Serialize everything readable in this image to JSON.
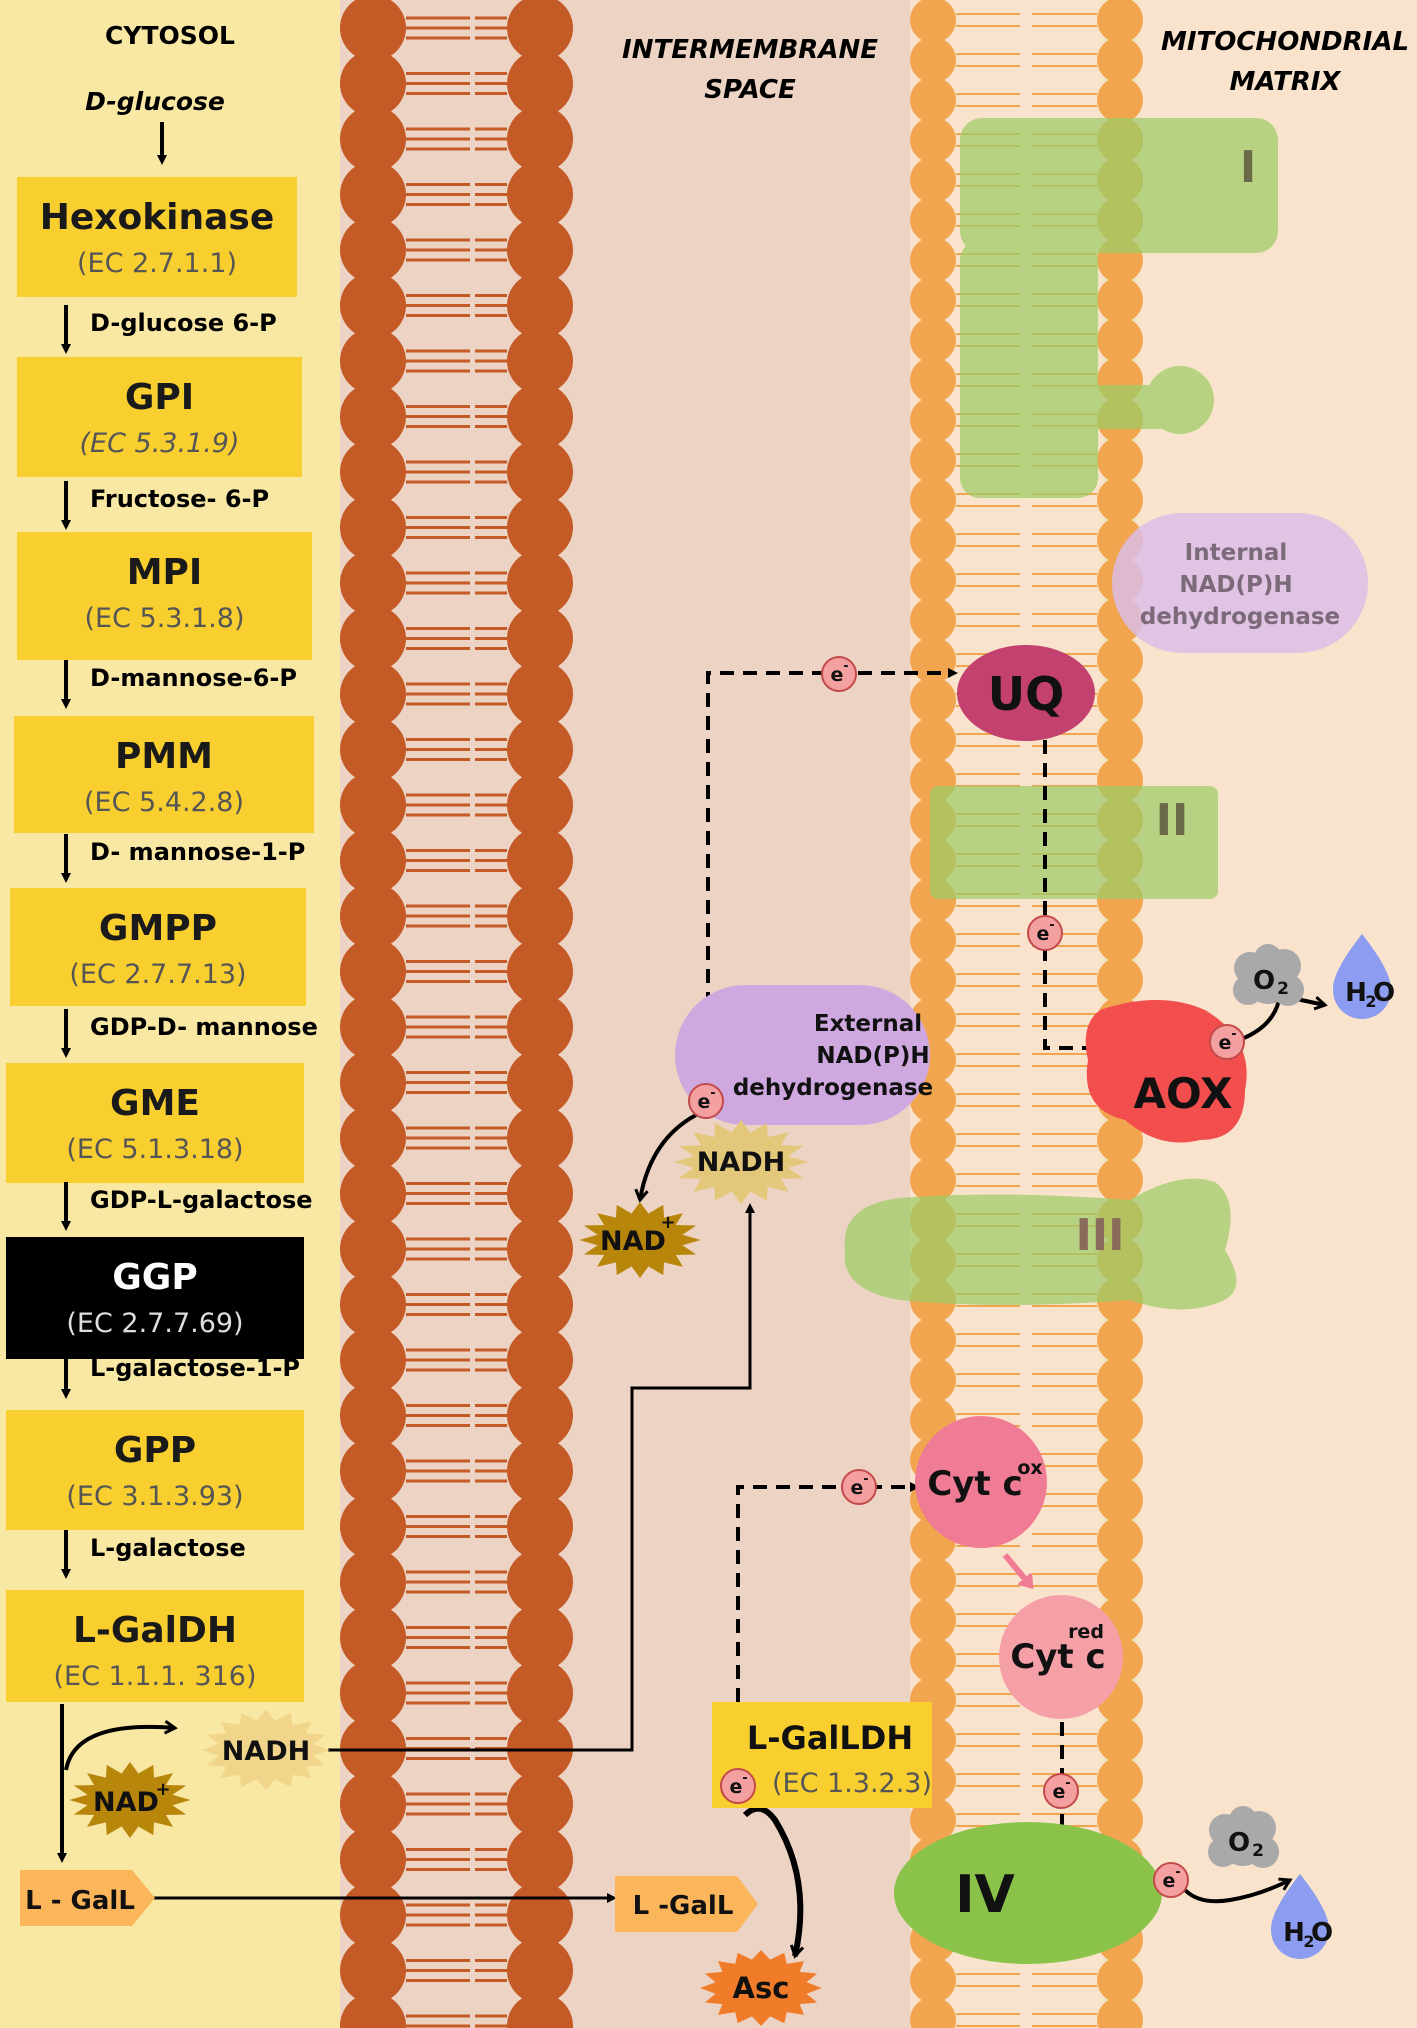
{
  "regions": {
    "cytosol": "CYTOSOL",
    "intermembrane": [
      "INTERMEMBRANE",
      "SPACE"
    ],
    "matrix": [
      "MITOCHONDRIAL",
      "MATRIX"
    ]
  },
  "colors": {
    "cytosol_bg": "#f9e7a4",
    "intermembrane_bg": "#ecd3c3",
    "matrix_bg": "#fae3cc",
    "outer_membrane": "#c45a26",
    "inner_membrane": "#f0a54e",
    "enzyme_box": "#f9cf2f",
    "highlight_box": "#000000",
    "complex_green": "#9ccc65",
    "complex_IV": "#8bc34a",
    "uq": "#c2416e",
    "aox": "#f24e4e",
    "cyt_c_ox": "#f07b95",
    "cyt_c_red": "#f5a0a6",
    "nadh_dehydrogenase": "#cfa8e0",
    "electron": "#f5a0a0",
    "water": "#8c9cf0",
    "oxygen": "#a9a9a9",
    "asc": "#f07c2a",
    "galL": "#fbb55a"
  },
  "pathway": {
    "start": "D-glucose",
    "enzymes": [
      {
        "name": "Hexokinase",
        "ec": "(EC 2.7.1.1)",
        "product": "D-glucose 6-P"
      },
      {
        "name": "GPI",
        "ec": "(EC 5.3.1.9)",
        "product": "Fructose- 6-P"
      },
      {
        "name": "MPI",
        "ec": "(EC 5.3.1.8)",
        "product": "D-mannose-6-P"
      },
      {
        "name": "PMM",
        "ec": "(EC 5.4.2.8)",
        "product": "D- mannose-1-P"
      },
      {
        "name": "GMPP",
        "ec": "(EC 2.7.7.13)",
        "product": "GDP-D- mannose"
      },
      {
        "name": "GME",
        "ec": "(EC 5.1.3.18)",
        "product": "GDP-L-galactose"
      },
      {
        "name": "GGP",
        "ec": "(EC 2.7.7.69)",
        "product": "L-galactose-1-P"
      },
      {
        "name": "GPP",
        "ec": "(EC 3.1.3.93)",
        "product": "L-galactose"
      },
      {
        "name": "L-GalDH",
        "ec": "(EC 1.1.1. 316)",
        "product": ""
      }
    ],
    "cytosol_nadh": "NADH",
    "cytosol_nad": "NAD",
    "cytosol_galL": "L - GalL"
  },
  "ims": {
    "ext_dh": [
      "External",
      "NAD(P)H",
      "dehydrogenase"
    ],
    "nadh": "NADH",
    "nad": "NAD",
    "galldh_name": "L-GalLDH",
    "galldh_ec": "(EC 1.3.2.3)",
    "galL": "L -GalL",
    "asc": "Asc"
  },
  "matrix": {
    "complex_I": "I",
    "complex_II": "II",
    "complex_III": "III",
    "complex_IV": "IV",
    "int_dh": [
      "Internal",
      "NAD(P)H",
      "dehydrogenase"
    ],
    "uq": "UQ",
    "aox": "AOX",
    "o2": "O",
    "h2o": "H",
    "cyt_c": "Cyt c",
    "cyt_ox": "ox",
    "cyt_red": "red"
  },
  "electron": "e",
  "plus": "+"
}
